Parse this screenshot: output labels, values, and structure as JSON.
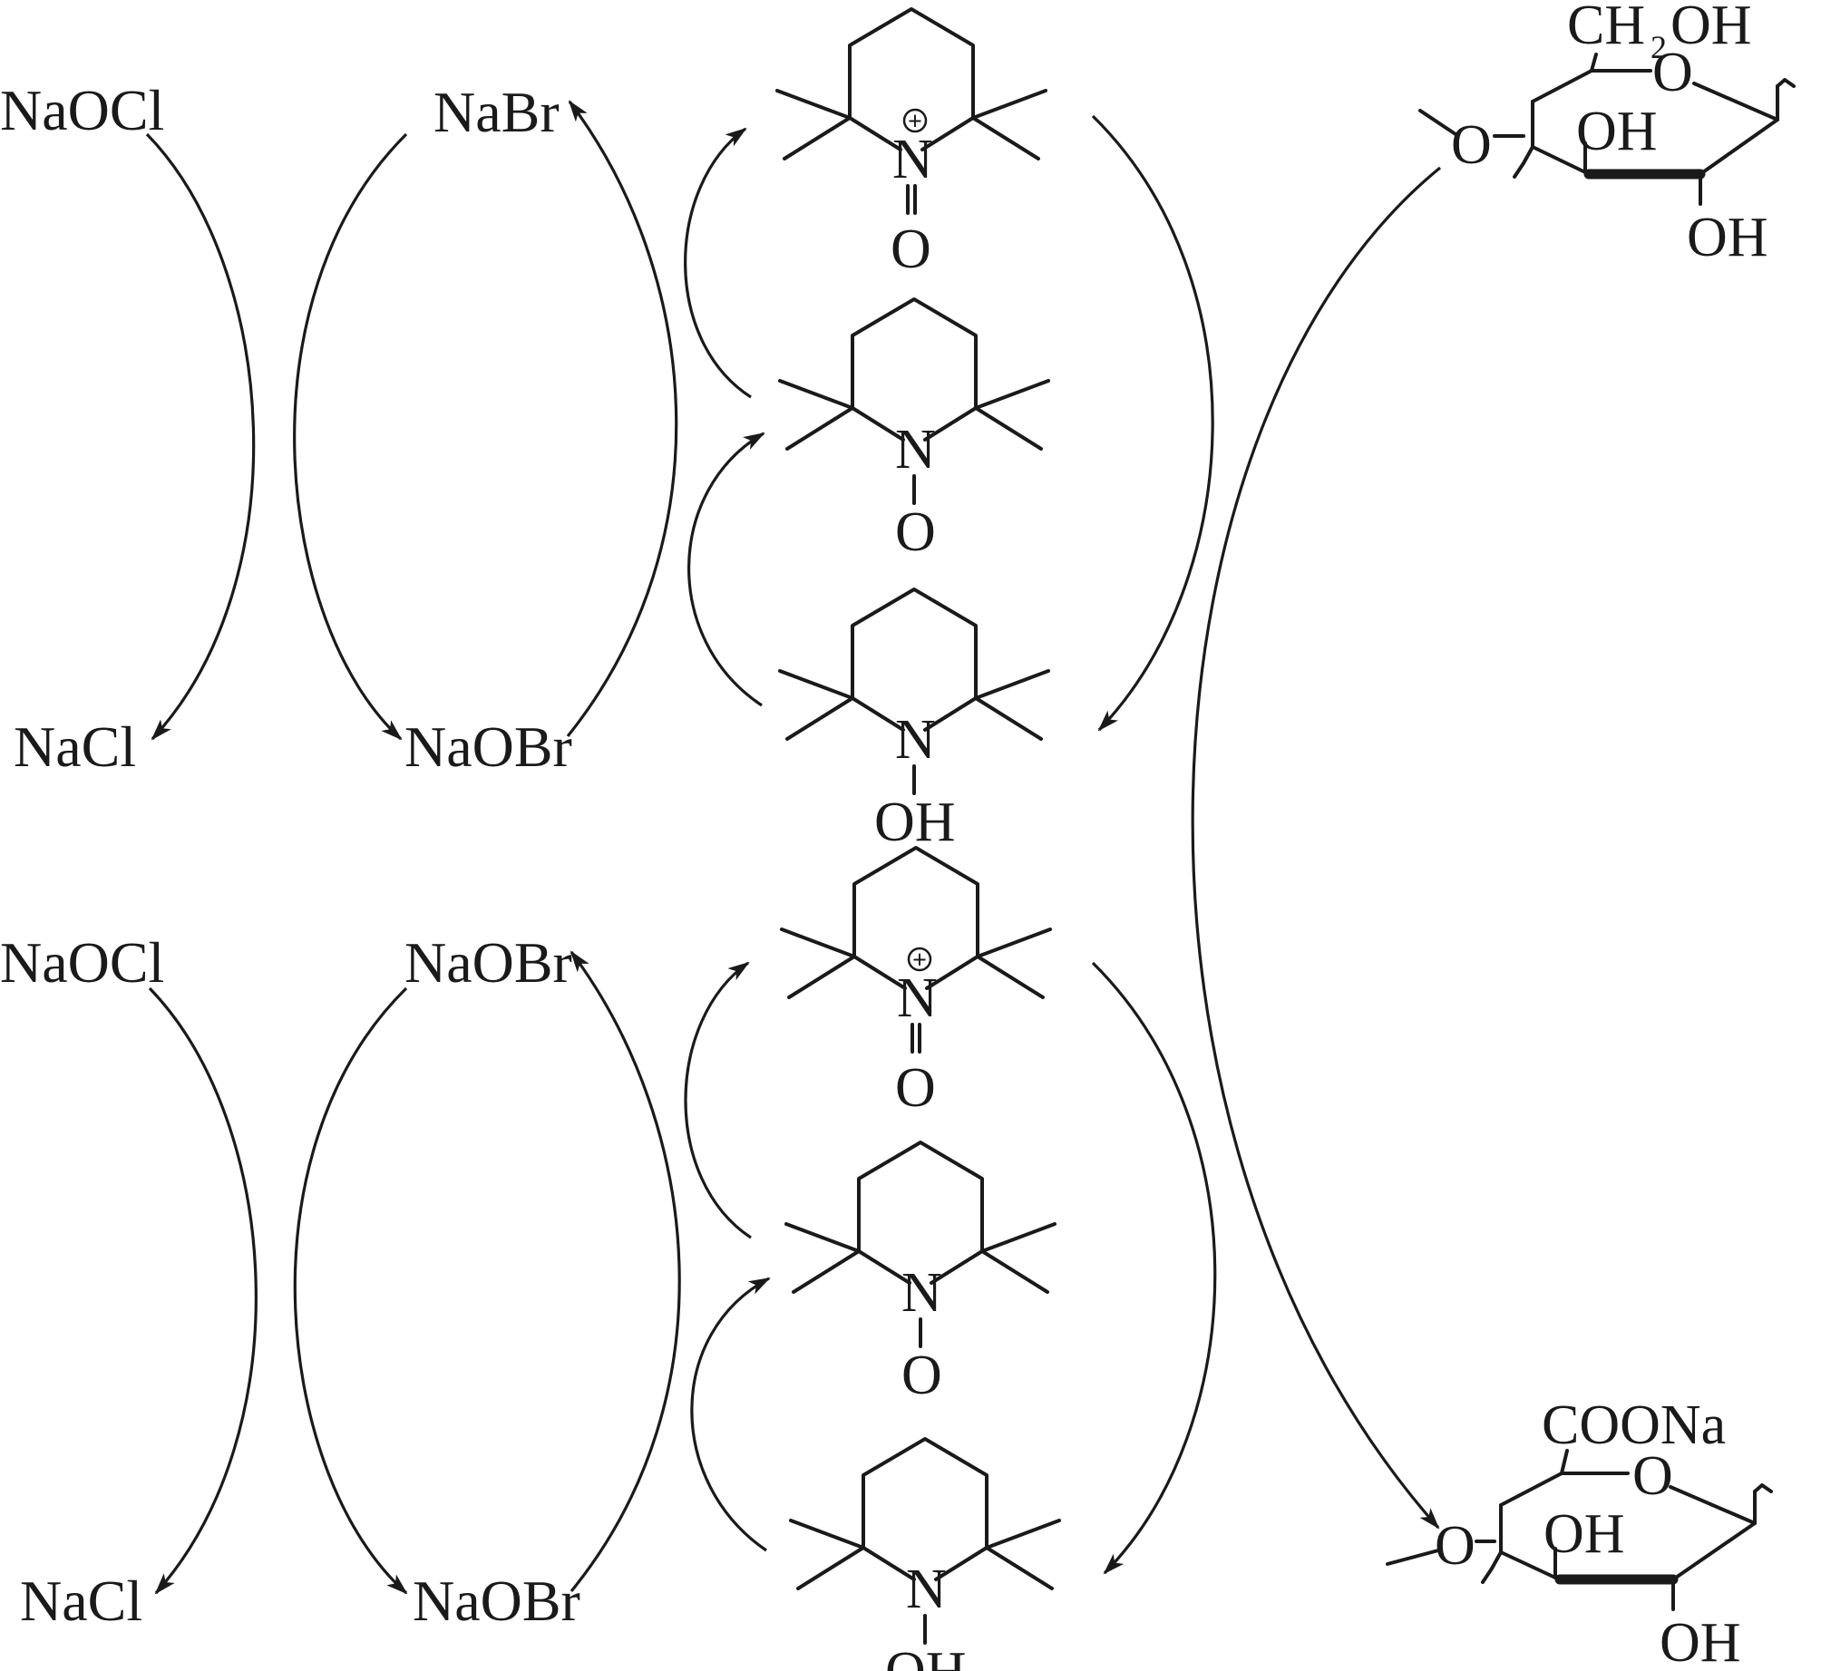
{
  "colors": {
    "ink": "#1a1a1a",
    "background": "#ffffff"
  },
  "upper_cycle": {
    "hypochlorite": "NaOCl",
    "chloride": "NaCl",
    "bromide": "NaBr",
    "hypobromite": "NaOBr"
  },
  "lower_cycle": {
    "hypochlorite": "NaOCl",
    "chloride": "NaCl",
    "bromide": "NaOBr",
    "hypobromite": "NaOBr"
  },
  "tempo": {
    "nitrogen": "N",
    "oxygen": "O",
    "hydroxyl": "OH",
    "charge": "+"
  },
  "cellulose": {
    "substituent": "CH",
    "substituent_sub": "2",
    "substituent_tail": "OH",
    "ring_oxygen": "O",
    "glycosidic_oxygen": "O",
    "hydroxyl_2": "OH",
    "hydroxyl_3": "OH"
  },
  "oxidized_cellulose": {
    "substituent": "COONa",
    "ring_oxygen": "O",
    "glycosidic_oxygen": "O",
    "hydroxyl_2": "OH",
    "hydroxyl_3": "OH"
  }
}
